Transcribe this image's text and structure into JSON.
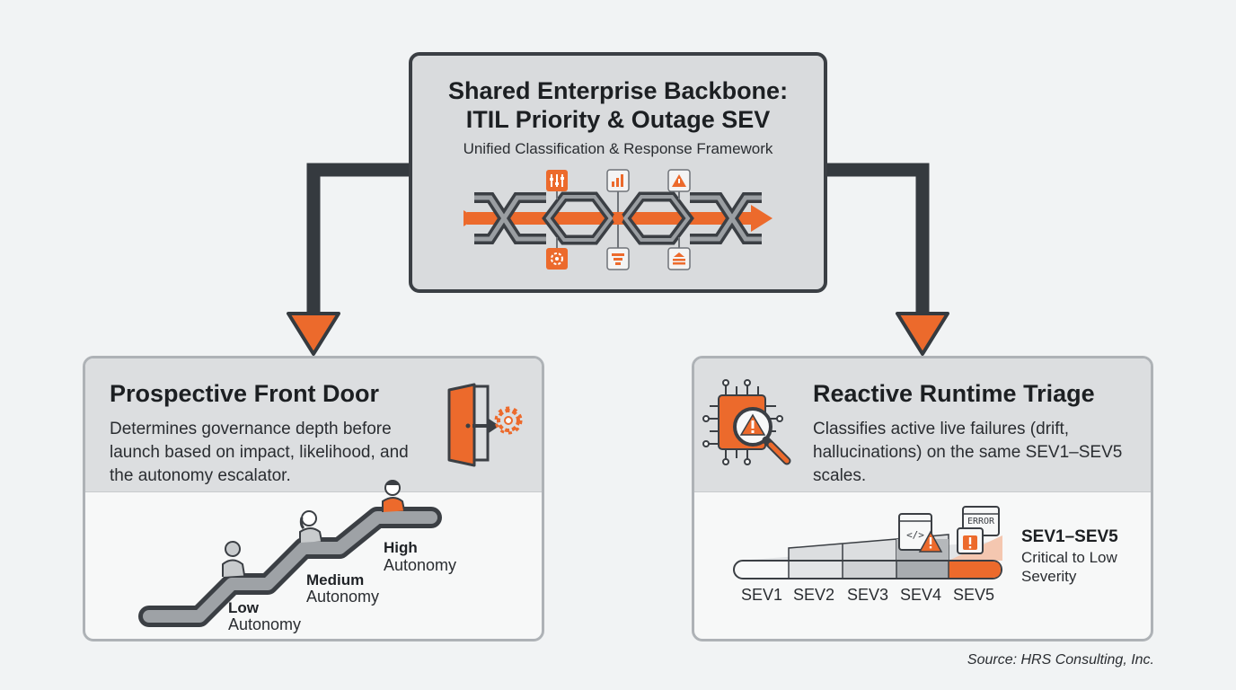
{
  "backbone": {
    "title_line1": "Shared Enterprise Backbone:",
    "title_line2": "ITIL Priority & Outage SEV",
    "subtitle": "Unified Classification & Response Framework"
  },
  "front_door": {
    "title": "Prospective Front Door",
    "description": "Determines governance depth before launch based on impact, likelihood, and the autonomy escalator.",
    "levels": [
      {
        "name": "Low",
        "sub": "Autonomy"
      },
      {
        "name": "Medium",
        "sub": "Autonomy"
      },
      {
        "name": "High",
        "sub": "Autonomy"
      }
    ]
  },
  "triage": {
    "title": "Reactive Runtime Triage",
    "description": "Classifies active live failures (drift, hallucinations) on the same SEV1–SEV5 scales.",
    "error_label": "ERROR",
    "scale_title": "SEV1–SEV5",
    "scale_sub": "Critical to Low Severity",
    "levels": [
      "SEV1",
      "SEV2",
      "SEV3",
      "SEV4",
      "SEV5"
    ]
  },
  "source": "Source: HRS Consulting, Inc.",
  "colors": {
    "accent": "#ec6a2c",
    "dark": "#3b3f44",
    "panel": "#d9dbdd"
  }
}
